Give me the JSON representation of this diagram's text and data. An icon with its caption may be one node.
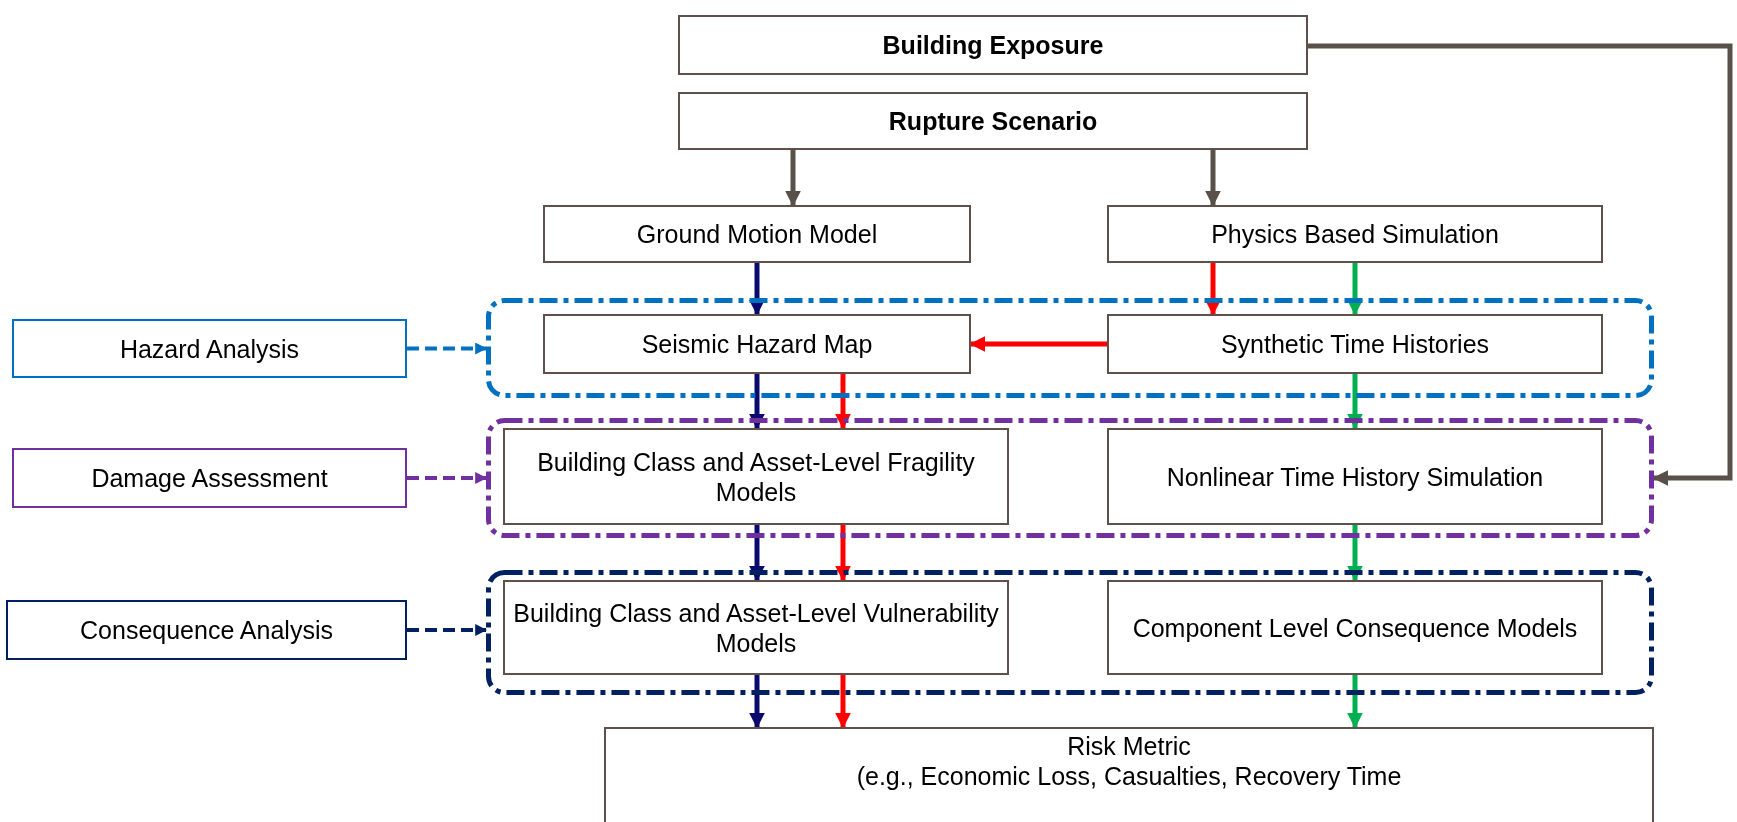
{
  "diagram": {
    "nodes": [
      {
        "text": [
          "Building Exposure"
        ]
      },
      {
        "text": [
          "Rupture Scenario"
        ]
      },
      {
        "text": [
          "Ground Motion Model"
        ]
      },
      {
        "text": [
          "Physics Based Simulation"
        ]
      },
      {
        "text": [
          "Hazard Analysis"
        ]
      },
      {
        "text": [],
        "shape": "box"
      },
      {
        "text": [
          "Seismic Hazard Map"
        ],
        "in": 5
      },
      {
        "text": [
          "Synthetic Time Histories"
        ],
        "in": 5
      },
      {
        "text": [
          "Damage Assessment"
        ]
      },
      {
        "text": [],
        "shape": "box"
      },
      {
        "text": [
          "Building Class and Asset-Level Fragility Models"
        ],
        "in": 9
      },
      {
        "text": [
          "Nonlinear Time History Simulation"
        ],
        "in": 9
      },
      {
        "text": [
          "Consequence Analysis"
        ]
      },
      {
        "text": [],
        "shape": "box"
      },
      {
        "text": [
          "Building Class and Asset-Level Vulnerability  Models"
        ],
        "in": 13
      },
      {
        "text": [
          "Component Level Consequence Models"
        ],
        "in": 13
      },
      {
        "text": [
          "Risk Metric",
          "(e.g., Economic Loss, Casualties, Recovery Time"
        ]
      }
    ],
    "edges": [
      {
        "from": 1,
        "to": 2,
        "arrow": "to",
        "color": "#595049"
      },
      {
        "from": 1,
        "to": 3,
        "arrow": "to",
        "color": "#595049"
      },
      {
        "from": 2,
        "to": 6,
        "arrow": "to",
        "color": "#0a0a6e"
      },
      {
        "from": 3,
        "to": 7,
        "arrow": "to",
        "color": "#ff0000"
      },
      {
        "from": 3,
        "to": 7,
        "arrow": "to",
        "color": "#00b050"
      },
      {
        "from": 7,
        "to": 6,
        "arrow": "to",
        "color": "#ff0000"
      },
      {
        "from": 6,
        "to": 10,
        "arrow": "to",
        "color": "#0a0a6e"
      },
      {
        "from": 6,
        "to": 10,
        "arrow": "to",
        "color": "#ff0000"
      },
      {
        "from": 7,
        "to": 11,
        "arrow": "to",
        "color": "#00b050"
      },
      {
        "from": 10,
        "to": 14,
        "arrow": "to",
        "color": "#0a0a6e"
      },
      {
        "from": 10,
        "to": 14,
        "arrow": "to",
        "color": "#ff0000"
      },
      {
        "from": 11,
        "to": 15,
        "arrow": "to",
        "color": "#00b050"
      },
      {
        "from": 14,
        "to": 16,
        "arrow": "to",
        "color": "#0a0a6e"
      },
      {
        "from": 14,
        "to": 16,
        "arrow": "to",
        "color": "#ff0000"
      },
      {
        "from": 15,
        "to": 16,
        "arrow": "to",
        "color": "#00b050"
      },
      {
        "from": 4,
        "to": 5,
        "arrow": "to",
        "style": "dashed",
        "color": "#0070c0"
      },
      {
        "from": 8,
        "to": 9,
        "arrow": "to",
        "style": "dashed",
        "color": "#7030a0"
      },
      {
        "from": 12,
        "to": 13,
        "arrow": "to",
        "style": "dashed",
        "color": "#002060"
      },
      {
        "from": 0,
        "to": 9,
        "arrow": "to",
        "color": "#595049"
      }
    ]
  }
}
